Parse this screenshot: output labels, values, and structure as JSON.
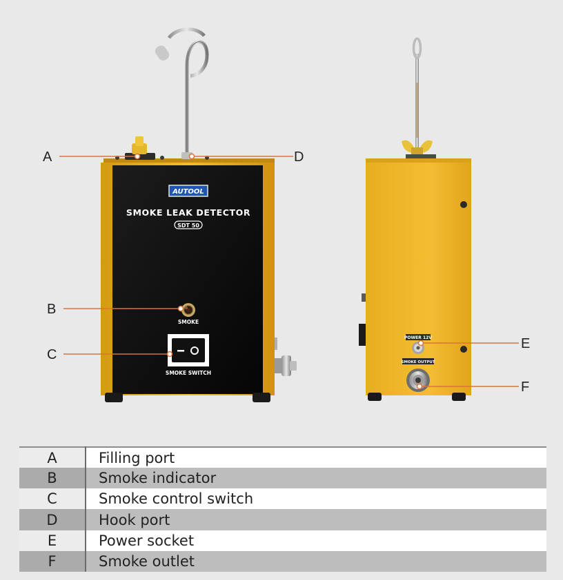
{
  "front": {
    "brand_logo": "AUTOOL",
    "product_title": "SMOKE LEAK DETECTOR",
    "model": "SDT 50",
    "indicator_label": "SMOKE",
    "switch_label": "SMOKE SWITCH"
  },
  "side": {
    "power_label": "POWER 12V",
    "output_label": "SMOKE OUTPUT"
  },
  "callouts": [
    "A",
    "B",
    "C",
    "D",
    "E",
    "F"
  ],
  "legend": [
    {
      "key": "A",
      "text": "Filling port"
    },
    {
      "key": "B",
      "text": "Smoke indicator"
    },
    {
      "key": "C",
      "text": "Smoke control switch"
    },
    {
      "key": "D",
      "text": "Hook port"
    },
    {
      "key": "E",
      "text": "Power socket"
    },
    {
      "key": "F",
      "text": "Smoke outlet"
    }
  ],
  "colors": {
    "body_yellow": "#f2b722",
    "panel_black": "#131313",
    "callout_line": "#d9733a",
    "logo_blue": "#1e56b0"
  }
}
